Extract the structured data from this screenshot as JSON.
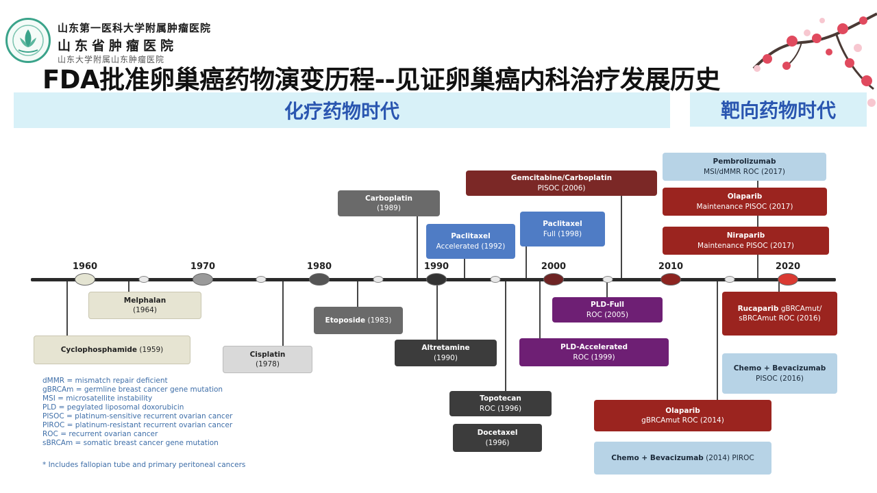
{
  "header": {
    "institution_line1": "山东第一医科大学附属肿瘤医院",
    "institution_line2": "山东省肿瘤医院",
    "institution_line3": "山东大学附属山东肿瘤医院",
    "title": "FDA批准卵巢癌药物演变历程--见证卵巢癌内科治疗发展历史"
  },
  "eras": {
    "chemo": "化疗药物时代",
    "targeted": "靶向药物时代"
  },
  "colors": {
    "era_band": "#d8f1f8",
    "era_text": "#2a56b0",
    "glossary_text": "#3e6ea8"
  },
  "years": [
    {
      "label": "1960",
      "fill": "#e4e4d2"
    },
    {
      "label": "1970",
      "fill": "#9a9a9a"
    },
    {
      "label": "1980",
      "fill": "#555555"
    },
    {
      "label": "1990",
      "fill": "#333333"
    },
    {
      "label": "2000",
      "fill": "#6e2424"
    },
    {
      "label": "2010",
      "fill": "#8c2420"
    },
    {
      "label": "2020",
      "fill": "#d93a32"
    }
  ],
  "approvals": [
    {
      "name": "Cyclophosphamide",
      "detail": "(1959)",
      "inline": true
    },
    {
      "name": "Melphalan",
      "detail": "(1964)"
    },
    {
      "name": "Cisplatin",
      "detail": "(1978)"
    },
    {
      "name": "Etoposide",
      "detail": "(1983)",
      "inline": true
    },
    {
      "name": "Carboplatin",
      "detail": "(1989)"
    },
    {
      "name": "Altretamine",
      "detail": "(1990)"
    },
    {
      "name": "Paclitaxel",
      "detail": "Accelerated (1992)"
    },
    {
      "name": "Topotecan",
      "detail": "ROC (1996)"
    },
    {
      "name": "Docetaxel",
      "detail": "(1996)"
    },
    {
      "name": "Paclitaxel",
      "detail": "Full (1998)"
    },
    {
      "name": "Gemcitabine/Carboplatin",
      "detail": "PISOC (2006)"
    },
    {
      "name": "PLD-Full",
      "detail": "ROC (2005)"
    },
    {
      "name": "PLD-Accelerated",
      "detail": "ROC (1999)"
    },
    {
      "name": "Olaparib",
      "detail": "gBRCAmut ROC (2014)"
    },
    {
      "name": "Chemo + Bevacizumab",
      "detail": "(2014) PIROC",
      "inline": true
    },
    {
      "name": "Pembrolizumab",
      "detail": "MSI/dMMR ROC (2017)"
    },
    {
      "name": "Olaparib",
      "detail": "Maintenance PISOC (2017)"
    },
    {
      "name": "Niraparib",
      "detail": "Maintenance PISOC (2017)"
    },
    {
      "name": "Rucaparib",
      "detail": "gBRCAmut/",
      "detail2": "sBRCAmut ROC (2016)",
      "inline": true
    },
    {
      "name": "Chemo + Bevacizumab",
      "detail": "PISOC (2016)"
    }
  ],
  "glossary": [
    "dMMR = mismatch repair deficient",
    "gBRCAm = germline breast cancer gene mutation",
    "MSI = microsatellite instability",
    "PLD = pegylated liposomal doxorubicin",
    "PISOC = platinum-sensitive recurrent ovarian cancer",
    "PIROC = platinum-resistant recurrent ovarian cancer",
    "ROC = recurrent ovarian cancer",
    "sBRCAm = somatic breast cancer gene mutation"
  ],
  "footnote": "* Includes fallopian tube and primary peritoneal cancers"
}
